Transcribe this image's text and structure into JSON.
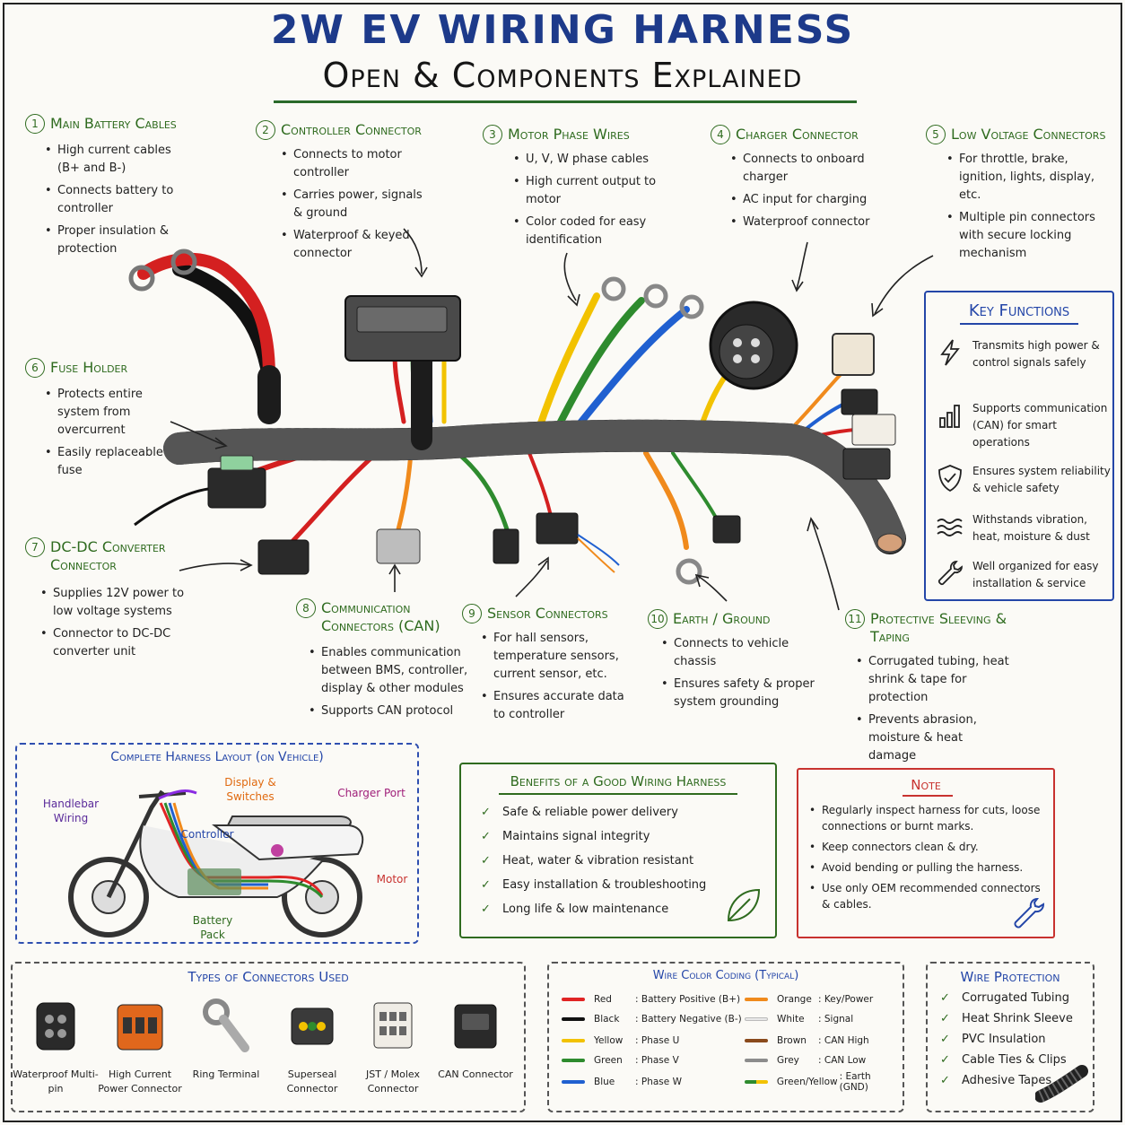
{
  "title": {
    "line1": "2W EV WIRING HARNESS",
    "line2": "Open & Components Explained"
  },
  "components": [
    {
      "num": "1",
      "name": "Main Battery Cables",
      "bullets": [
        "High current cables (B+ and B-)",
        "Connects battery to controller",
        "Proper insulation & protection"
      ]
    },
    {
      "num": "2",
      "name": "Controller Connector",
      "bullets": [
        "Connects to motor controller",
        "Carries power, signals & ground",
        "Waterproof & keyed connector"
      ]
    },
    {
      "num": "3",
      "name": "Motor Phase Wires",
      "bullets": [
        "U, V, W phase cables",
        "High current output to motor",
        "Color coded for easy identification"
      ]
    },
    {
      "num": "4",
      "name": "Charger Connector",
      "bullets": [
        "Connects to onboard charger",
        "AC input for charging",
        "Waterproof connector"
      ]
    },
    {
      "num": "5",
      "name": "Low Voltage Connectors",
      "bullets": [
        "For throttle, brake, ignition, lights, display, etc.",
        "Multiple pin connectors with secure locking mechanism"
      ]
    },
    {
      "num": "6",
      "name": "Fuse Holder",
      "bullets": [
        "Protects entire system from overcurrent",
        "Easily replaceable fuse"
      ]
    },
    {
      "num": "7",
      "name": "DC-DC Converter Connector",
      "bullets": [
        "Supplies 12V power to low voltage systems",
        "Connector to DC-DC converter unit"
      ]
    },
    {
      "num": "8",
      "name": "Communication Connectors (CAN)",
      "bullets": [
        "Enables communication between BMS, controller, display & other modules",
        "Supports CAN protocol"
      ]
    },
    {
      "num": "9",
      "name": "Sensor Connectors",
      "bullets": [
        "For hall sensors, temperature sensors, current sensor, etc.",
        "Ensures accurate data to controller"
      ]
    },
    {
      "num": "10",
      "name": "Earth / Ground",
      "bullets": [
        "Connects to vehicle chassis",
        "Ensures safety & proper system grounding"
      ]
    },
    {
      "num": "11",
      "name": "Protective Sleeving & Taping",
      "bullets": [
        "Corrugated tubing, heat shrink & tape for protection",
        "Prevents abrasion, moisture & heat damage"
      ]
    }
  ],
  "key_functions": {
    "title": "Key Functions",
    "items": [
      {
        "icon": "lightning-icon",
        "text": "Transmits high power & control signals safely"
      },
      {
        "icon": "bar-chart-icon",
        "text": "Supports communication (CAN) for smart operations"
      },
      {
        "icon": "shield-check-icon",
        "text": "Ensures system reliability & vehicle safety"
      },
      {
        "icon": "wave-icon",
        "text": "Withstands vibration, heat, moisture & dust"
      },
      {
        "icon": "wrench-icon",
        "text": "Well organized for easy installation & service"
      }
    ]
  },
  "layout": {
    "title": "Complete Harness Layout (on Vehicle)",
    "labels": {
      "handlebar": "Handlebar Wiring",
      "display": "Display & Switches",
      "charger": "Charger Port",
      "controller": "Controller",
      "motor": "Motor",
      "battery": "Battery Pack"
    }
  },
  "benefits": {
    "title": "Benefits of a Good Wiring Harness",
    "items": [
      "Safe & reliable power delivery",
      "Maintains signal integrity",
      "Heat, water & vibration resistant",
      "Easy installation & troubleshooting",
      "Long life & low maintenance"
    ]
  },
  "note": {
    "title": "Note",
    "items": [
      "Regularly inspect harness for cuts, loose connections or burnt marks.",
      "Keep connectors clean & dry.",
      "Avoid bending or pulling the harness.",
      "Use only OEM recommended connectors & cables."
    ]
  },
  "connector_types": {
    "title": "Types of Connectors Used",
    "items": [
      "Waterproof Multi-pin",
      "High Current Power Connector",
      "Ring Terminal",
      "Superseal Connector",
      "JST / Molex Connector",
      "CAN Connector"
    ]
  },
  "wire_colors": {
    "title": "Wire Color Coding (Typical)",
    "left": [
      {
        "color": "Red",
        "hex": "#e02424",
        "meaning": ": Battery Positive (B+)"
      },
      {
        "color": "Black",
        "hex": "#111111",
        "meaning": ": Battery Negative (B-)"
      },
      {
        "color": "Yellow",
        "hex": "#f2c200",
        "meaning": ": Phase U"
      },
      {
        "color": "Green",
        "hex": "#2e8b2e",
        "meaning": ": Phase V"
      },
      {
        "color": "Blue",
        "hex": "#2060d0",
        "meaning": ": Phase W"
      }
    ],
    "right": [
      {
        "color": "Orange",
        "hex": "#f08a1c",
        "meaning": ": Key/Power"
      },
      {
        "color": "White",
        "hex": "#e8e8e8",
        "meaning": ": Signal"
      },
      {
        "color": "Brown",
        "hex": "#8a4a1c",
        "meaning": ": CAN High"
      },
      {
        "color": "Grey",
        "hex": "#8c8c8c",
        "meaning": ": CAN Low"
      },
      {
        "color": "Green/Yellow",
        "hex": "#6aa82a",
        "meaning": ": Earth (GND)"
      }
    ]
  },
  "wire_protection": {
    "title": "Wire Protection",
    "items": [
      "Corrugated Tubing",
      "Heat Shrink Sleeve",
      "PVC Insulation",
      "Cable Ties & Clips",
      "Adhesive Tapes"
    ]
  }
}
